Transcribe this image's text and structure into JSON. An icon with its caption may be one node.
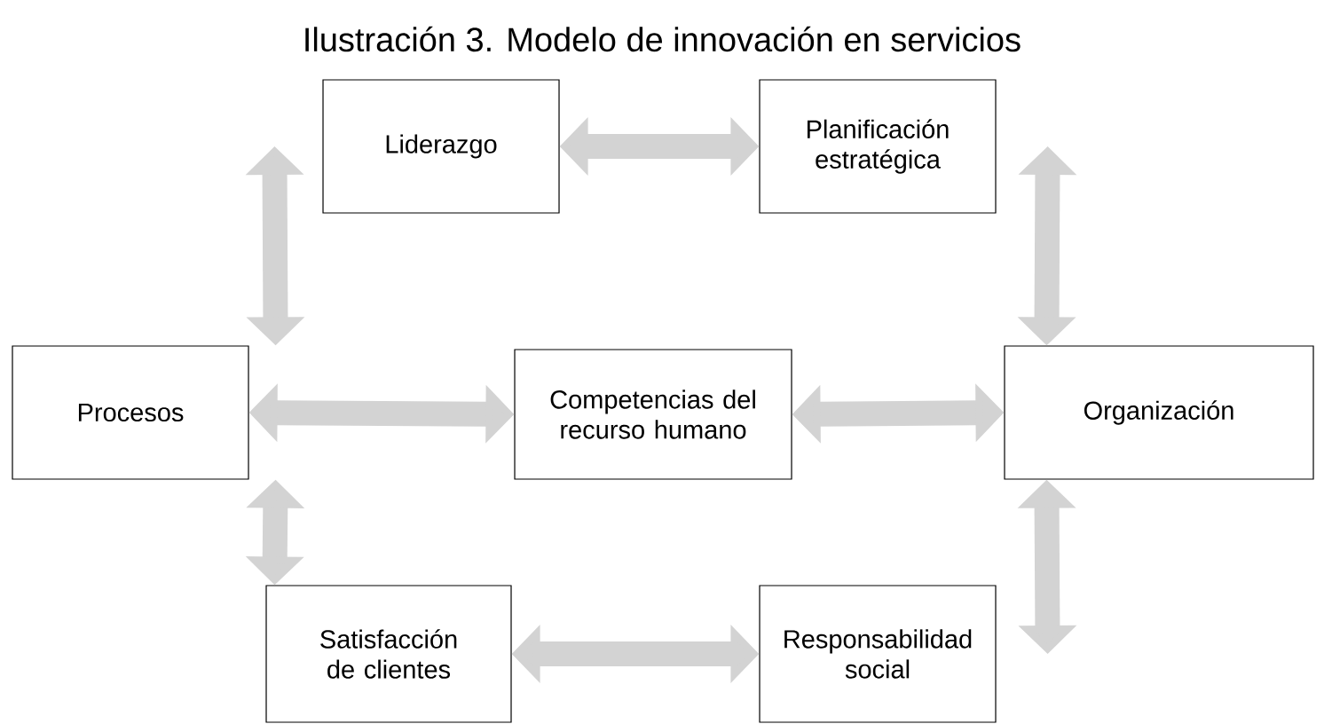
{
  "diagram": {
    "title": "Ilustración 3. Modelo de innovación en servicios",
    "nodes": [
      {
        "text": [
          "Liderazgo"
        ]
      },
      {
        "text": [
          "Planificación estratégica"
        ]
      },
      {
        "text": [
          "Procesos"
        ]
      },
      {
        "text": [
          "Competencias del recurso humano"
        ]
      },
      {
        "text": [
          "Organización"
        ]
      },
      {
        "text": [
          "Satisfacción de clientes"
        ]
      },
      {
        "text": [
          "Responsabilidad social"
        ]
      }
    ],
    "edges": [
      {
        "from": 0,
        "to": 1,
        "arrow": "both"
      },
      {
        "from": 0,
        "to": 2,
        "arrow": "both"
      },
      {
        "from": 1,
        "to": 4,
        "arrow": "both"
      },
      {
        "from": 2,
        "to": 3,
        "arrow": "both"
      },
      {
        "from": 3,
        "to": 4,
        "arrow": "both"
      },
      {
        "from": 2,
        "to": 5,
        "arrow": "both"
      },
      {
        "from": 4,
        "to": 6,
        "arrow": "both"
      },
      {
        "from": 5,
        "to": 6,
        "arrow": "both"
      }
    ]
  }
}
